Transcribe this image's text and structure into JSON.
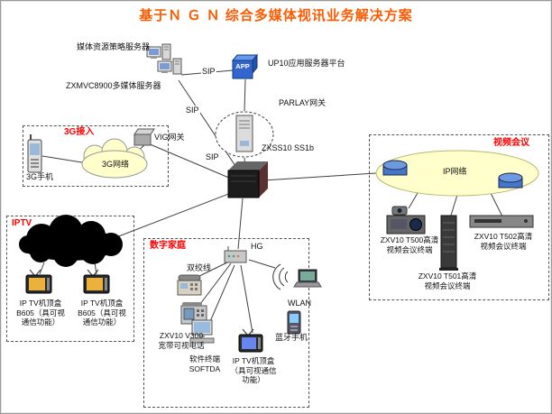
{
  "title": "基于Ｎ Ｇ Ｎ 综合多媒体视讯业务解决方案",
  "colors": {
    "title_accent": "#ff5a00",
    "section_label": "#ff0000",
    "cloud_fill": "#ffffcc",
    "iptv_cloud": "#000000",
    "app_box": "#3366cc"
  },
  "core": {
    "media_policy_server": "媒体资源策略服务器",
    "zxmvc_server": "ZXMVC8900多媒体服务器",
    "app_badge": "APP",
    "up10": "UP10应用服务器平台",
    "sip_a": "SIP",
    "sip_b": "SIP",
    "sip_c": "SIP",
    "parlay": "PARLAY网关",
    "softswitch": "ZXSS10 SS1b",
    "vig": "VIG网关"
  },
  "g3": {
    "section": "3G接入",
    "network": "3G网络",
    "handset": "3G手机"
  },
  "iptv": {
    "section": "IPTV",
    "stb_left": "IP TV机顶盒\nB605（具可视\n通信功能）",
    "stb_right": "IP TV机顶盒\nB605（具可视\n通信功能）"
  },
  "home": {
    "section": "数字家庭",
    "hg": "HG",
    "twisted_pair": "双绞线",
    "v300": "ZXV10 V300\n宽带可视电话",
    "softda": "软件终端\nSOFTDA",
    "stb": "IP TV机顶盒\n（具可视通信\n功能）",
    "wlan": "WLAN",
    "bt_phone": "蓝牙手机"
  },
  "conf": {
    "section": "视频会议",
    "network": "IP网络",
    "t500": "ZXV10 T500高清\n视频会议终端",
    "t502": "ZXV10 T502高清\n视频会议终端",
    "t501": "ZXV10 T501高清\n视频会议终端"
  }
}
